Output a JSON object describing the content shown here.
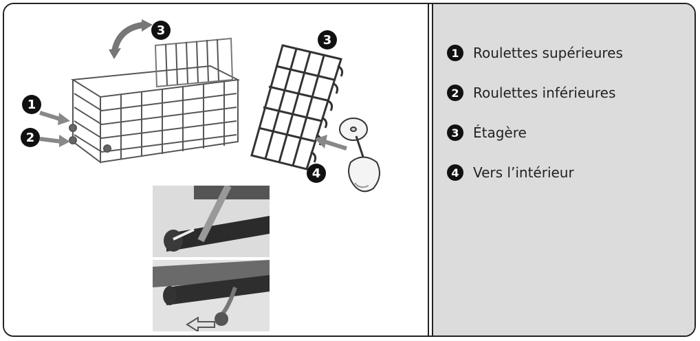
{
  "callouts": {
    "c1": "1",
    "c2": "2",
    "c3_top": "3",
    "c3_rack": "3",
    "c4": "4"
  },
  "legend": {
    "items": [
      {
        "number": "1",
        "label": "Roulettes supérieures"
      },
      {
        "number": "2",
        "label": "Roulettes inférieures"
      },
      {
        "number": "3",
        "label": "Étagère"
      },
      {
        "number": "4",
        "label": "Vers l’intérieur"
      }
    ]
  },
  "colors": {
    "border": "#222222",
    "panel_bg": "#dcdcdd",
    "badge": "#111111"
  }
}
